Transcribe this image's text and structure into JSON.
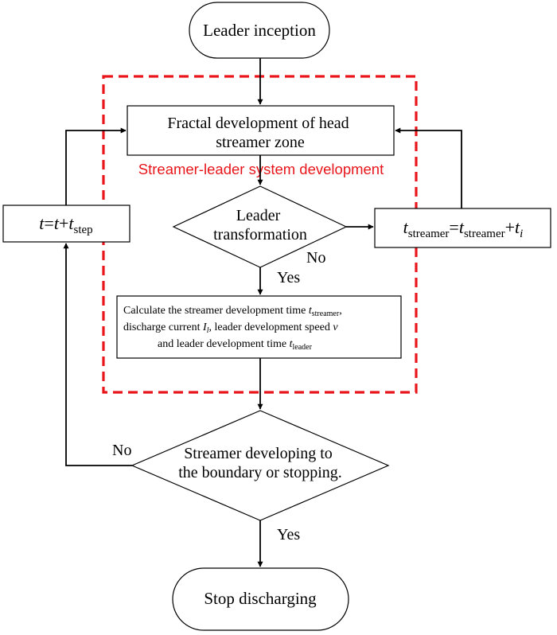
{
  "nodes": {
    "inception": "Leader inception",
    "fractal": [
      "Fractal development of head",
      "streamer zone"
    ],
    "zone_label": "Streamer-leader system development",
    "transformation": [
      "Leader",
      "transformation"
    ],
    "t_streamer_update": {
      "lhs_var": "t",
      "lhs_sub": "streamer",
      "eq": "=",
      "rhs_var": "t",
      "rhs_sub": "streamer",
      "plus": "+",
      "add_var": "t",
      "add_sub": "i"
    },
    "time_step": {
      "lhs_var": "t",
      "eq": "=",
      "rhs_var": "t",
      "plus": "+",
      "add_var": "t",
      "add_sub": "step"
    },
    "calculate": {
      "line1_text": "Calculate the streamer development time ",
      "line1_var": "t",
      "line1_sub": "streamer",
      "line1_end": ",",
      "line2_text": "discharge current ",
      "line2_var": "I",
      "line2_sub": "l",
      "line2_mid": ", leader development speed ",
      "line2_var2": "v",
      "line3_text": "and leader development time ",
      "line3_var": "t",
      "line3_sub": "leader"
    },
    "boundary": [
      "Streamer developing to",
      "the boundary or stopping."
    ],
    "stop": "Stop discharging"
  },
  "edge_labels": {
    "transformation_no": "No",
    "transformation_yes": "Yes",
    "boundary_no": "No",
    "boundary_yes": "Yes"
  },
  "colors": {
    "zone": "#e8151b",
    "line": "#000000"
  }
}
